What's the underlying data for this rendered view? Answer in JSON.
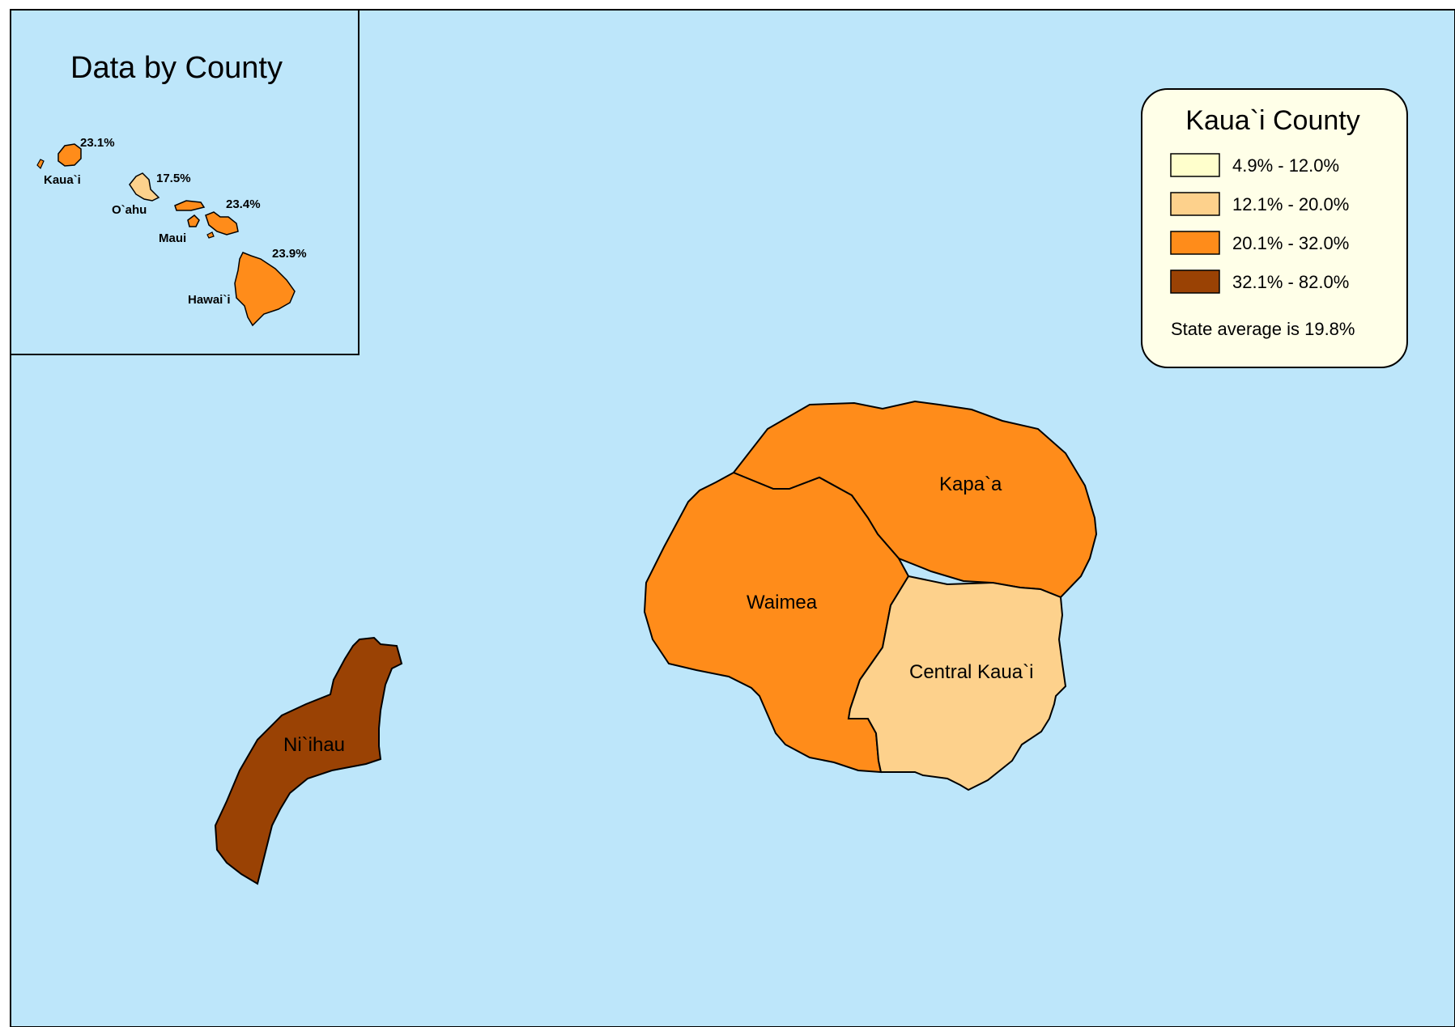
{
  "inset": {
    "title": "Data by County",
    "counties": [
      {
        "name": "Kaua`i",
        "value": "23.1%",
        "class": "20.1% - 32.0%"
      },
      {
        "name": "O`ahu",
        "value": "17.5%",
        "class": "12.1% - 20.0%"
      },
      {
        "name": "Maui",
        "value": "23.4%",
        "class": "20.1% - 32.0%"
      },
      {
        "name": "Hawai`i",
        "value": "23.9%",
        "class": "20.1% - 32.0%"
      }
    ]
  },
  "legend": {
    "title": "Kaua`i County",
    "classes": [
      {
        "range": "4.9% - 12.0%",
        "color": "#FFFFCC"
      },
      {
        "range": "12.1% - 20.0%",
        "color": "#FDD18C"
      },
      {
        "range": "20.1% - 32.0%",
        "color": "#FF8C1A"
      },
      {
        "range": "32.1% - 82.0%",
        "color": "#9A4204"
      }
    ],
    "note": "State average is 19.8%"
  },
  "districts": [
    {
      "name": "Kapa`a",
      "class": "20.1% - 32.0%",
      "color": "#FF8C1A"
    },
    {
      "name": "Waimea",
      "class": "20.1% - 32.0%",
      "color": "#FF8C1A"
    },
    {
      "name": "Central Kaua`i",
      "class": "12.1% - 20.0%",
      "color": "#FDD18C"
    },
    {
      "name": "Ni`ihau",
      "class": "32.1% - 82.0%",
      "color": "#9A4204"
    }
  ],
  "colors": {
    "ocean": "#BDE6FA",
    "legend_background": "#FFFFE8",
    "border": "#000000"
  }
}
